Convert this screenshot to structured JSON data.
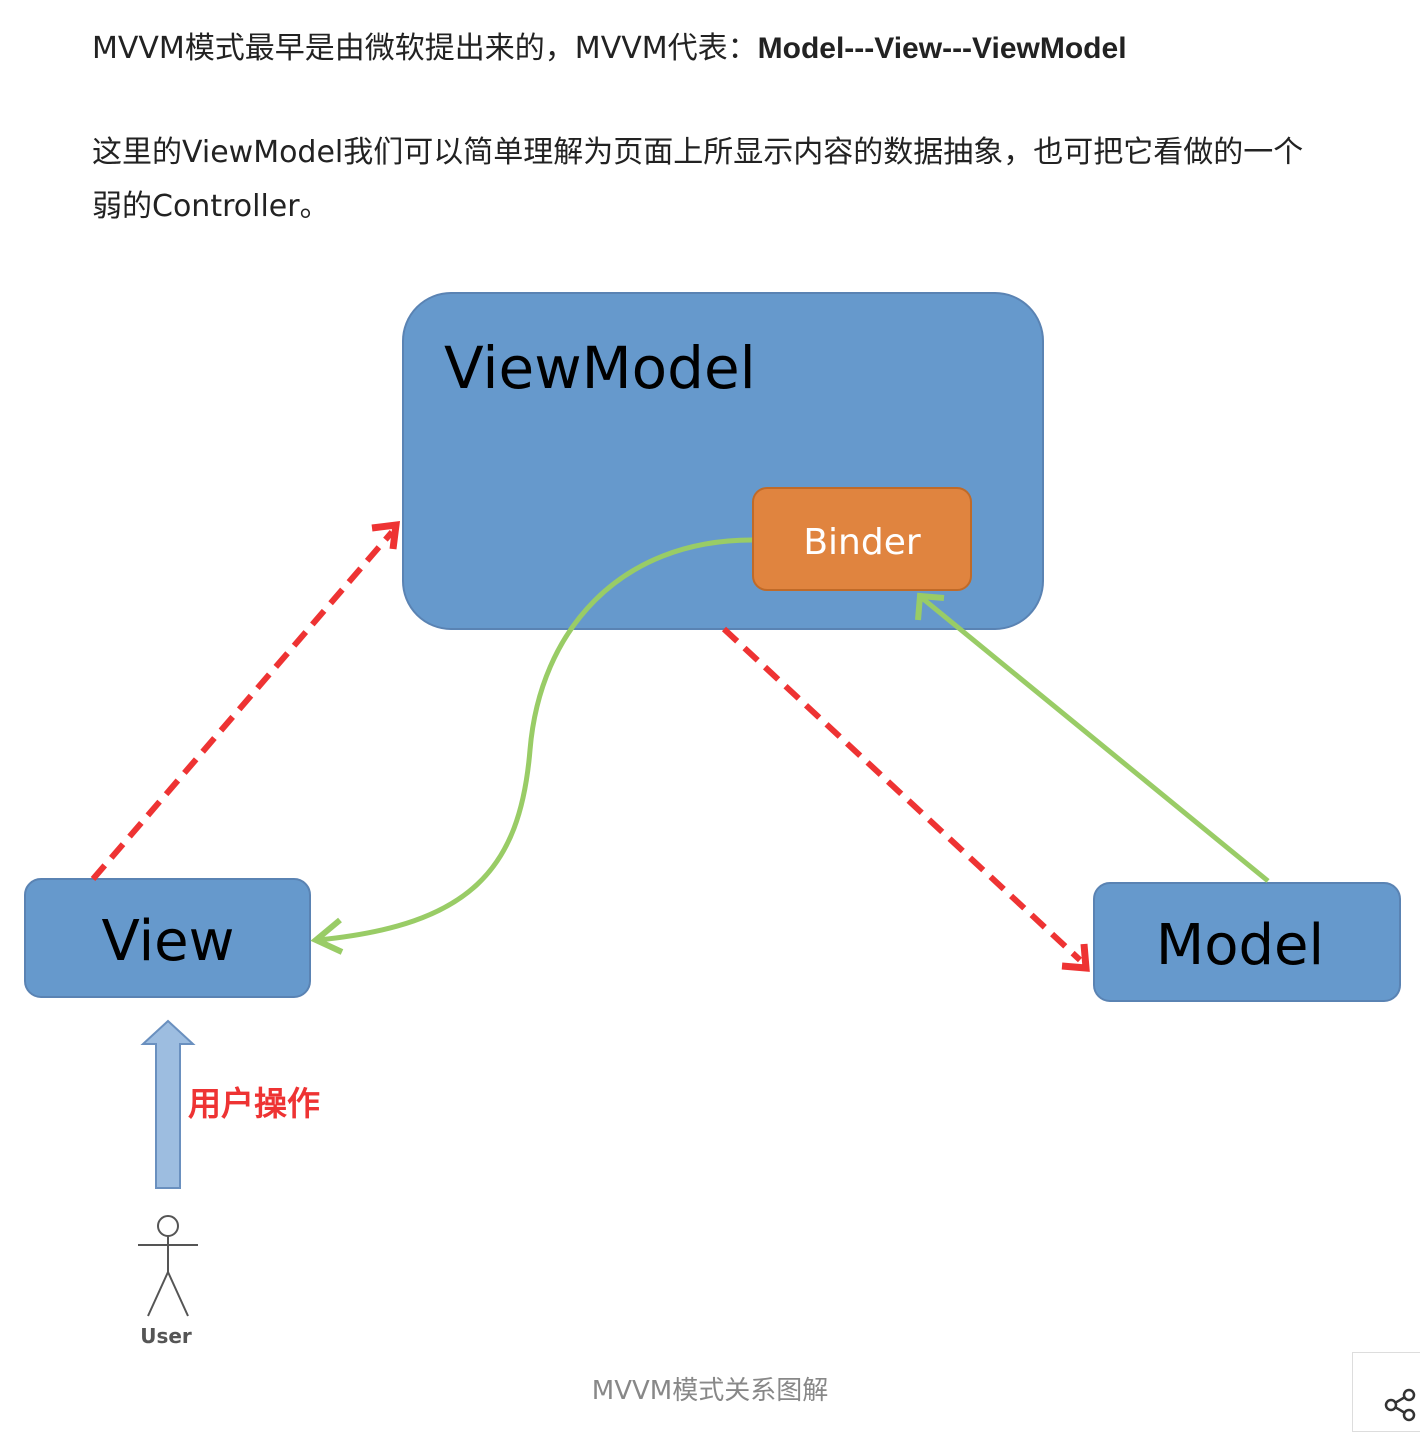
{
  "article": {
    "p1_text": "MVVM模式最早是由微软提出来的，MVVM代表：",
    "p1_bold": "Model---View---ViewModel",
    "p2_text": "这里的ViewModel我们可以简单理解为页面上所显示内容的数据抽象，也可把它看做的一个弱的Controller。"
  },
  "diagram": {
    "viewmodel_label": "ViewModel",
    "binder_label": "Binder",
    "view_label": "View",
    "model_label": "Model",
    "user_action_label": "用户操作",
    "user_label": "User",
    "colors": {
      "box_fill": "#6699cc",
      "box_stroke": "#5a83b3",
      "binder_fill": "#e0843f",
      "dashed_arrow": "#ee3333",
      "green_arrow": "#99cc66",
      "user_arrow": "#9dbde0"
    }
  },
  "caption": "MVVM模式关系图解",
  "share_icon": "share-icon"
}
